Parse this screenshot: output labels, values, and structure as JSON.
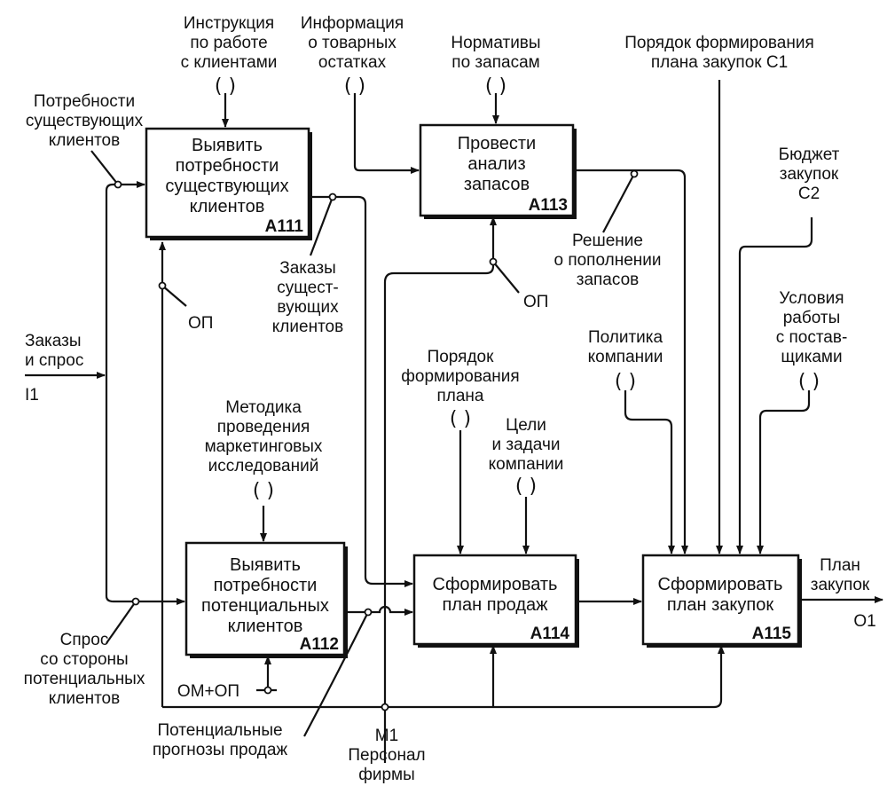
{
  "diagram": {
    "blocks": [
      {
        "id": "A111",
        "lines": [
          "Выявить",
          "потребности",
          "существующих",
          "клиентов"
        ],
        "code": "A111"
      },
      {
        "id": "A112",
        "lines": [
          "Выявить",
          "потребности",
          "потенциальных",
          "клиентов"
        ],
        "code": "A112"
      },
      {
        "id": "A113",
        "lines": [
          "Провести",
          "анализ",
          "запасов"
        ],
        "code": "A113"
      },
      {
        "id": "A114",
        "lines": [
          "Сформировать",
          "план продаж"
        ],
        "code": "A114"
      },
      {
        "id": "A115",
        "lines": [
          "Сформировать",
          "план закупок"
        ],
        "code": "A115"
      }
    ],
    "labels": {
      "instr": [
        "Инструкция",
        "по работе",
        "с клиентами"
      ],
      "info": [
        "Информация",
        "о товарных",
        "остатках"
      ],
      "norms": [
        "Нормативы",
        "по запасам"
      ],
      "order_c1": [
        "Порядок формирования",
        "плана закупок C1"
      ],
      "needs": [
        "Потребности",
        "существующих",
        "клиентов"
      ],
      "budget": [
        "Бюджет",
        "закупок",
        "C2"
      ],
      "op1": "ОП",
      "orders_existing": [
        "Заказы",
        "сущест-",
        "вующих",
        "клиентов"
      ],
      "decision": [
        "Решение",
        "о пополнении",
        "запасов"
      ],
      "op2": "ОП",
      "orders_demand": [
        "Заказы",
        "и спрос"
      ],
      "i1": "I1",
      "conditions": [
        "Условия",
        "работы",
        "с постав-",
        "щиками"
      ],
      "policy": [
        "Политика",
        "компании"
      ],
      "plan_order": [
        "Порядок",
        "формирования",
        "плана"
      ],
      "method": [
        "Методика",
        "проведения",
        "маркетинговых",
        "исследований"
      ],
      "goals": [
        "Цели",
        "и задачи",
        "компании"
      ],
      "plan_purchases": [
        "План",
        "закупок"
      ],
      "o1": "O1",
      "demand_potential": [
        "Спрос",
        "со стороны",
        "потенциальных",
        "клиентов"
      ],
      "om_op": "ОМ+ОП",
      "forecasts": [
        "Потенциальные",
        "прогнозы продаж"
      ],
      "m1": [
        "M1",
        "Персонал",
        "фирмы"
      ]
    },
    "tunnel_glyph": "( )"
  }
}
